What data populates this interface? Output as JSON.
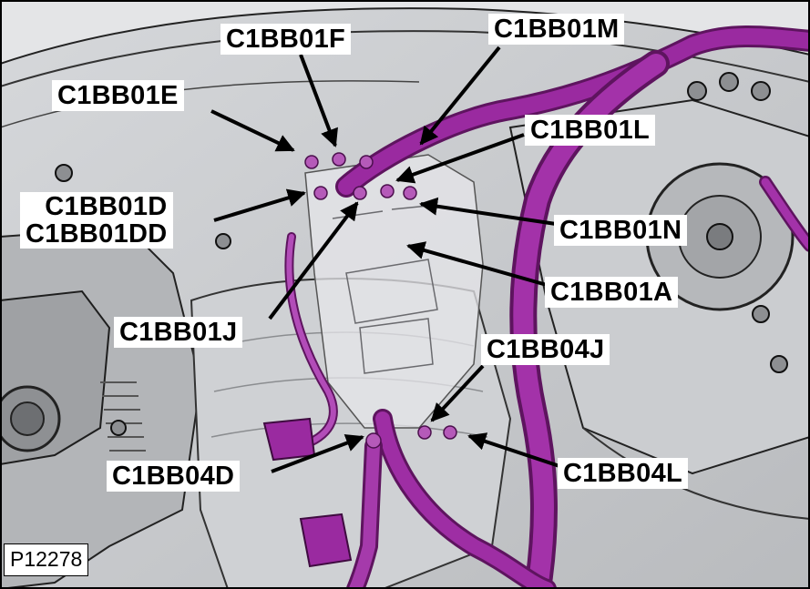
{
  "figure": {
    "figure_id": "P12278",
    "colors": {
      "background": "#c7c9cc",
      "harness": "#8a1f8e",
      "harness_light": "#c04ac4",
      "frame_dark": "#2b2b2b",
      "box_body": "#d9d9db",
      "label_bg": "#ffffff",
      "label_text": "#000000",
      "arrow": "#000000"
    },
    "callouts": {
      "c1bb01f": "C1BB01F",
      "c1bb01m": "C1BB01M",
      "c1bb01e": "C1BB01E",
      "c1bb01l": "C1BB01L",
      "c1bb01d": "C1BB01D",
      "c1bb01dd": "C1BB01DD",
      "c1bb01n": "C1BB01N",
      "c1bb01a": "C1BB01A",
      "c1bb01j": "C1BB01J",
      "c1bb04j": "C1BB04J",
      "c1bb04d": "C1BB04D",
      "c1bb04l": "C1BB04L"
    }
  }
}
